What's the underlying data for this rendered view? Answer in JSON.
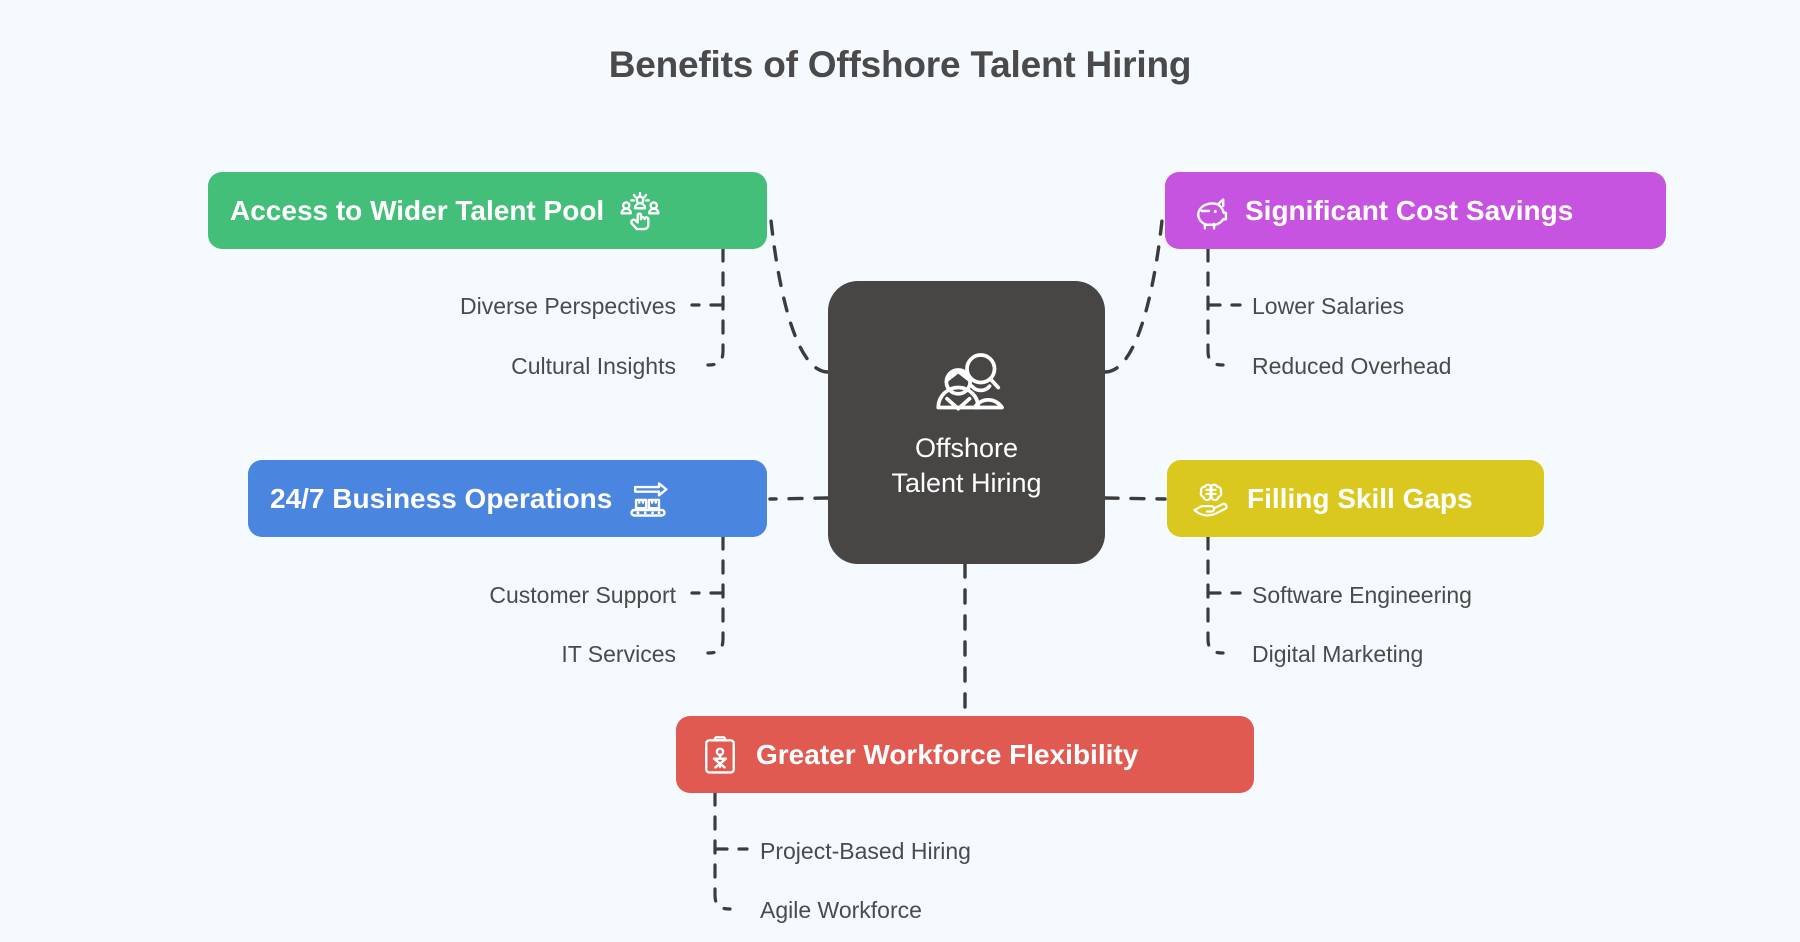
{
  "header": {
    "title": "Benefits of Offshore Talent Hiring"
  },
  "colors": {
    "background": "#f4fafd",
    "title_text": "#4a4a4a",
    "center_node": "#474645",
    "green": "#44bf79",
    "purple": "#c754e0",
    "blue": "#4a85e0",
    "yellow": "#dac81e",
    "red": "#e15a51",
    "connector": "#3c3c3c",
    "leaf_text": "#4b4b4b",
    "node_text": "#ffffff"
  },
  "center": {
    "label": "Offshore\nTalent Hiring",
    "icon": "people-search-icon"
  },
  "branches": [
    {
      "id": "talent",
      "label": "Access to Wider Talent Pool",
      "icon": "talent-selection-icon",
      "icon_side": "right",
      "color": "#44bf79",
      "children": [
        {
          "label": "Diverse Perspectives"
        },
        {
          "label": "Cultural Insights"
        }
      ]
    },
    {
      "id": "cost",
      "label": "Significant Cost Savings",
      "icon": "piggy-bank-icon",
      "icon_side": "left",
      "color": "#c754e0",
      "children": [
        {
          "label": "Lower Salaries"
        },
        {
          "label": "Reduced Overhead"
        }
      ]
    },
    {
      "id": "ops",
      "label": "24/7 Business Operations",
      "icon": "conveyor-belt-icon",
      "icon_side": "right",
      "color": "#4a85e0",
      "children": [
        {
          "label": "Customer Support"
        },
        {
          "label": "IT Services"
        }
      ]
    },
    {
      "id": "skill",
      "label": "Filling Skill Gaps",
      "icon": "hand-brain-icon",
      "icon_side": "left",
      "color": "#dac81e",
      "children": [
        {
          "label": "Software Engineering"
        },
        {
          "label": "Digital Marketing"
        }
      ]
    },
    {
      "id": "flex",
      "label": "Greater Workforce Flexibility",
      "icon": "clipboard-person-icon",
      "icon_side": "left",
      "color": "#e15a51",
      "children": [
        {
          "label": "Project-Based Hiring"
        },
        {
          "label": "Agile Workforce"
        }
      ]
    }
  ]
}
